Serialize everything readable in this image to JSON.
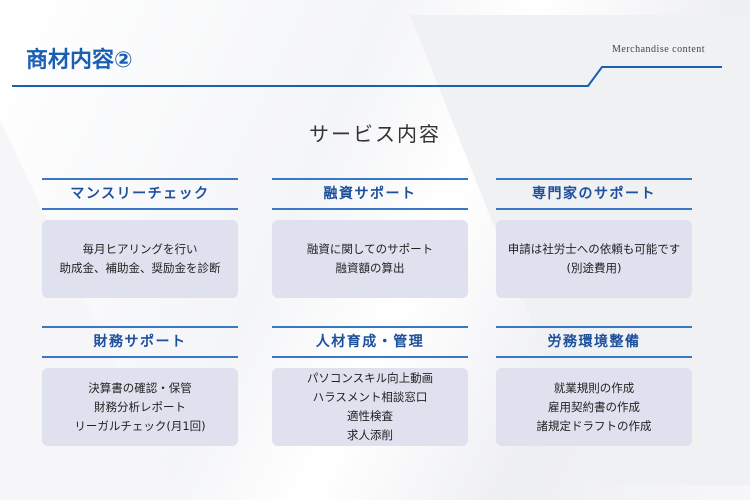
{
  "header": {
    "title": "商材内容②",
    "subtitle": "Merchandise content"
  },
  "section_title": "サービス内容",
  "cards": [
    {
      "title": "マンスリーチェック",
      "lines": [
        "毎月ヒアリングを行い",
        "助成金、補助金、奨励金を診断"
      ]
    },
    {
      "title": "融資サポート",
      "lines": [
        "融資に関してのサポート",
        "融資額の算出"
      ]
    },
    {
      "title": "専門家のサポート",
      "lines": [
        "申請は社労士への依頼も可能です",
        "(別途費用)"
      ]
    },
    {
      "title": "財務サポート",
      "lines": [
        "決算書の確認・保管",
        "財務分析レポート",
        "リーガルチェック(月1回)"
      ]
    },
    {
      "title": "人材育成・管理",
      "lines": [
        "パソコンスキル向上動画",
        "ハラスメント相談窓口",
        "適性検査",
        "求人添削"
      ]
    },
    {
      "title": "労務環境整備",
      "lines": [
        "就業規則の作成",
        "雇用契約書の作成",
        "諸規定ドラフトの作成"
      ]
    }
  ],
  "colors": {
    "accent": "#1a5fb4",
    "box": "#dfe1ef"
  }
}
